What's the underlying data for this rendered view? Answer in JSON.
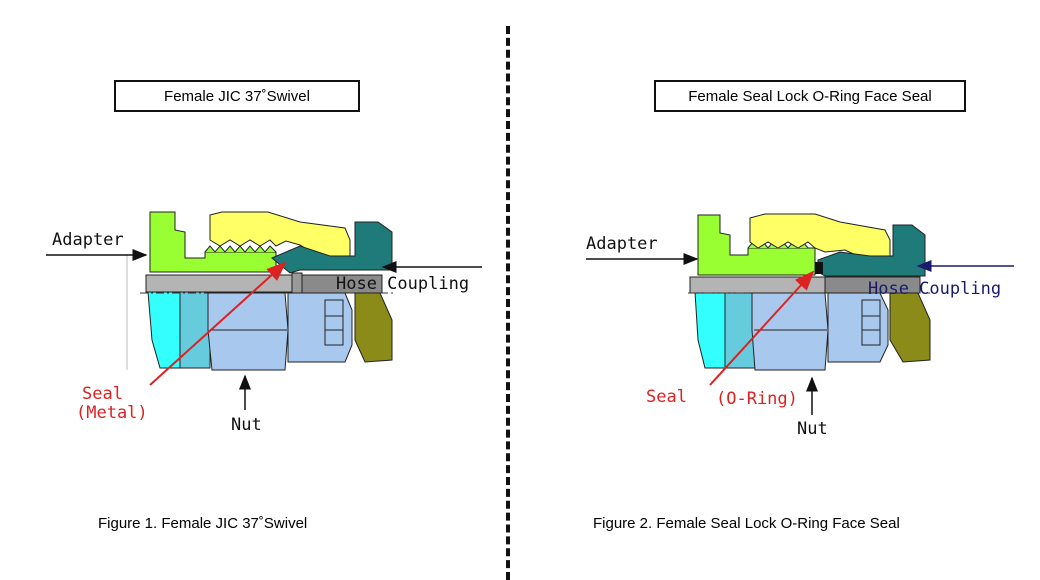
{
  "left": {
    "title": "Female JIC 37˚Swivel",
    "caption": "Figure 1. Female JIC 37˚Swivel",
    "labels": {
      "adapter": "Adapter",
      "hose_coupling": "Hose Coupling",
      "seal_line1": "Seal",
      "seal_line2": "(Metal)",
      "nut": "Nut"
    }
  },
  "right": {
    "title": "Female Seal Lock O-Ring Face Seal",
    "caption": "Figure 2. Female Seal Lock O-Ring Face Seal",
    "labels": {
      "adapter": "Adapter",
      "hose_coupling": "Hose Coupling",
      "seal": "Seal",
      "oring": "(O-Ring)",
      "nut": "Nut"
    }
  },
  "colors": {
    "adapter_green": "#99ff33",
    "nut_yellow": "#ffff66",
    "coupling_teal": "#1f7a7a",
    "body_blue": "#a9c8ee",
    "cyan": "#33ffff",
    "olive": "#8b8b1a",
    "seal_red": "#dd2222",
    "navy_arrow": "#1a1a6e"
  }
}
